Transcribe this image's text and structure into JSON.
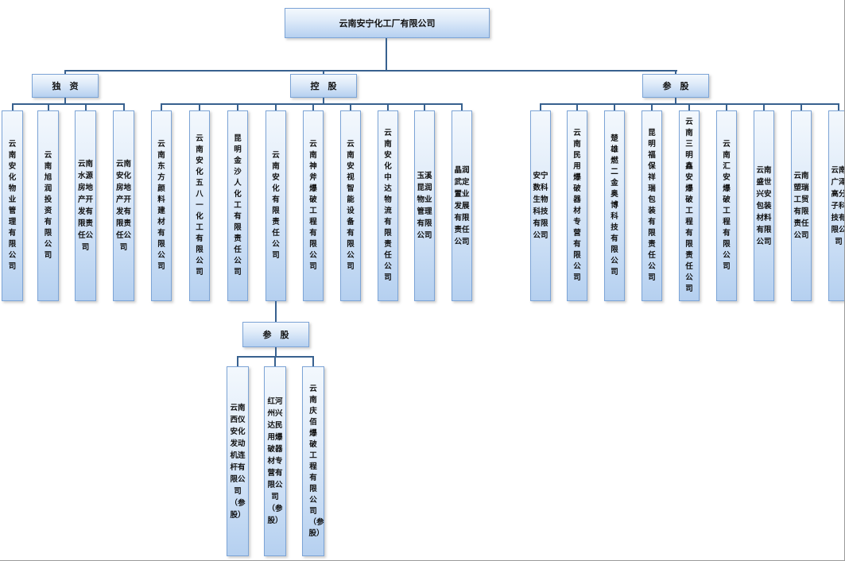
{
  "colors": {
    "box_border": "#7ca4d6",
    "box_fill_top": "#f3f8fd",
    "box_fill_bottom": "#b5d0f0",
    "connector": "#38618f",
    "text": "#111111"
  },
  "root": {
    "label": "云南安宁化工厂有限公司"
  },
  "branches": [
    {
      "label": "独　资",
      "children": [
        {
          "name": "云南安化物业管理有限公司",
          "cols": 1
        },
        {
          "name": "云南旭润投资有限公司",
          "cols": 1
        },
        {
          "name": "云南水源房地产开发有限责任公司",
          "cols": 2
        },
        {
          "name": "云南安化房地产开发有限责任公司",
          "cols": 2
        }
      ]
    },
    {
      "label": "控　股",
      "children": [
        {
          "name": "云南东方颜料建材有限公司",
          "cols": 1
        },
        {
          "name": "云南安化五八一化工有限公司",
          "cols": 1
        },
        {
          "name": "昆明金沙人化工有限责任公司",
          "cols": 1
        },
        {
          "name": "云南安化有限责任公司",
          "cols": 1,
          "has_sub_branch": true
        },
        {
          "name": "云南神斧爆破工程有限公司",
          "cols": 1
        },
        {
          "name": "云南安视智能设备有限公司",
          "cols": 1
        },
        {
          "name": "云南安化中达物流有限责任公司",
          "cols": 1
        },
        {
          "name": "玉溪昆润物业管理有限公司",
          "cols": 2
        },
        {
          "name": "晶润武定置业发展有限责任公司",
          "cols": 2
        }
      ]
    },
    {
      "label": "参　股",
      "children": [
        {
          "name": "安宁数科生物科技有限公司",
          "cols": 2
        },
        {
          "name": "云南民用爆破器材专营有限公司",
          "cols": 1
        },
        {
          "name": "楚雄燃二金奥博科技有限公司",
          "cols": 1
        },
        {
          "name": "昆明福保祥瑞包装有限责任公司",
          "cols": 1
        },
        {
          "name": "云南三明鑫安爆破工程有限责任公司",
          "cols": 1
        },
        {
          "name": "云南汇安爆破工程有限公司",
          "cols": 1
        },
        {
          "name": "云南盛世兴安包装材料有限公司",
          "cols": 2
        },
        {
          "name": "云南塑瑞工贸有限责任公司",
          "cols": 2
        },
        {
          "name": "云南广泽高分子科技有限公司",
          "cols": 2
        }
      ]
    }
  ],
  "sub_branch": {
    "label": "参　股",
    "parent": "云南安化有限责任公司",
    "children": [
      {
        "name": "云南西仪安化发动机连杆有限公司（参股）",
        "cols": 2
      },
      {
        "name": "红河州兴达民用爆破器材专营有限公司（参股）",
        "cols": 2
      },
      {
        "name": "云南庆佰爆破工程有限公司（参股）",
        "cols": 1
      }
    ]
  }
}
